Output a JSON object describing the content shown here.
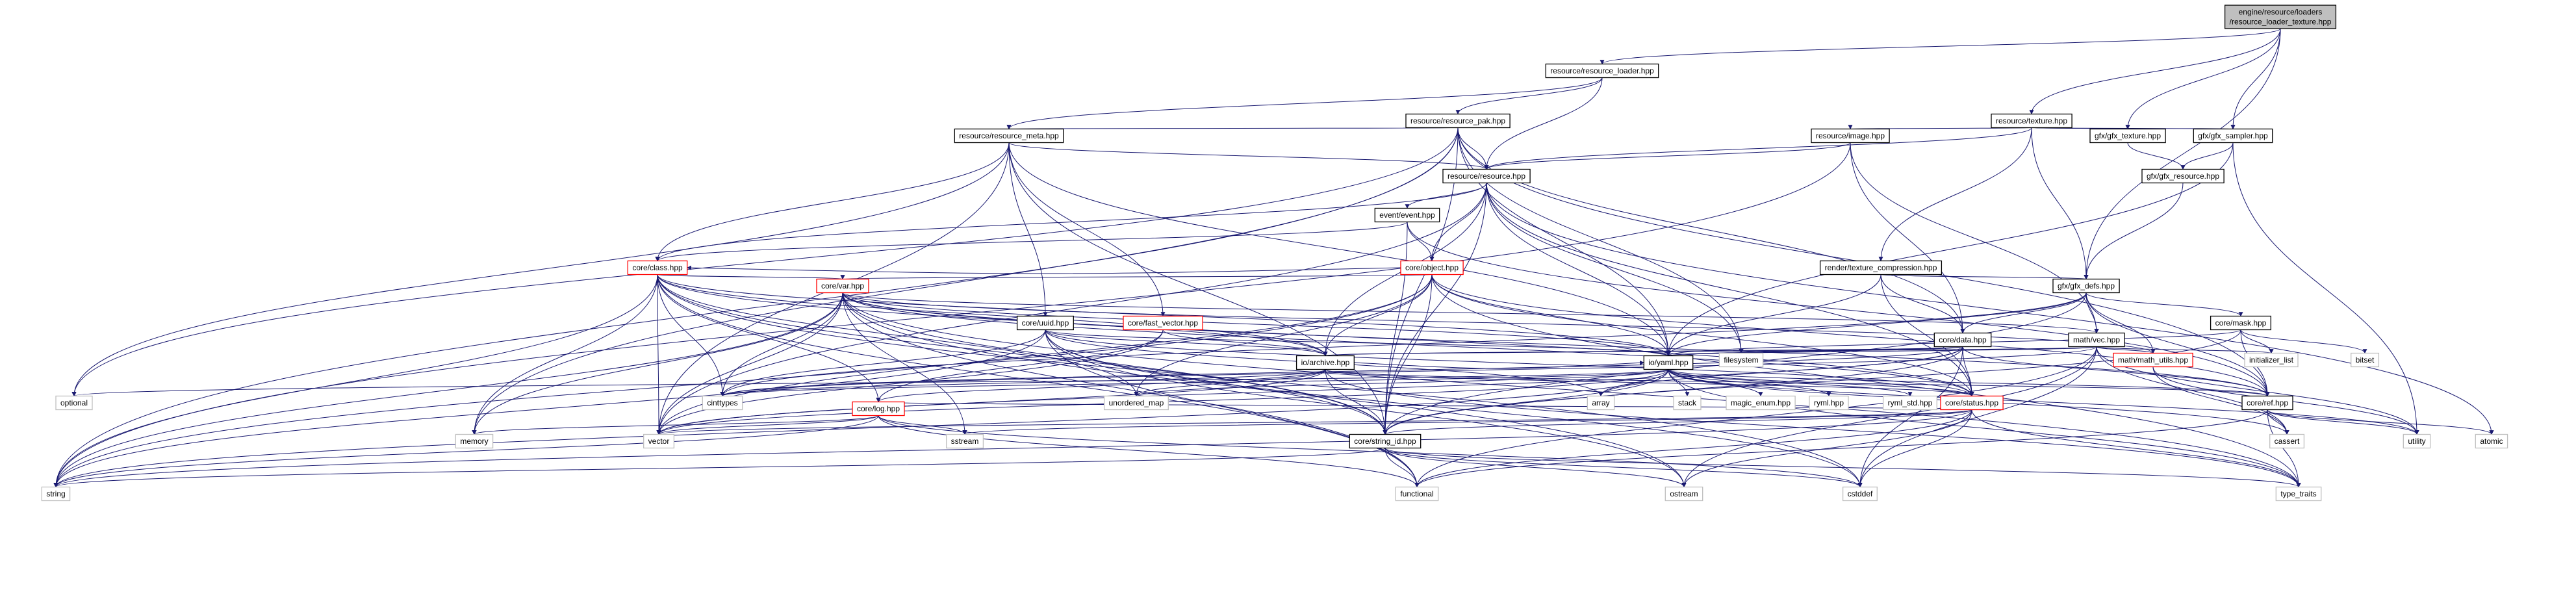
{
  "diagram": {
    "nodes": [
      {
        "id": "root",
        "label": "engine/resource/loaders\n/resource_loader_texture.hpp",
        "style": "root"
      },
      {
        "id": "loader",
        "label": "resource/resource_loader.hpp",
        "style": "normal"
      },
      {
        "id": "texture",
        "label": "resource/texture.hpp",
        "style": "normal"
      },
      {
        "id": "pak",
        "label": "resource/resource_pak.hpp",
        "style": "normal"
      },
      {
        "id": "meta",
        "label": "resource/resource_meta.hpp",
        "style": "normal"
      },
      {
        "id": "image",
        "label": "resource/image.hpp",
        "style": "normal"
      },
      {
        "id": "gfxtex",
        "label": "gfx/gfx_texture.hpp",
        "style": "normal"
      },
      {
        "id": "sampler",
        "label": "gfx/gfx_sampler.hpp",
        "style": "normal"
      },
      {
        "id": "resource",
        "label": "resource/resource.hpp",
        "style": "normal"
      },
      {
        "id": "gfxres",
        "label": "gfx/gfx_resource.hpp",
        "style": "normal"
      },
      {
        "id": "event",
        "label": "event/event.hpp",
        "style": "normal"
      },
      {
        "id": "texcomp",
        "label": "render/texture_compression.hpp",
        "style": "normal"
      },
      {
        "id": "class",
        "label": "core/class.hpp",
        "style": "red"
      },
      {
        "id": "object",
        "label": "core/object.hpp",
        "style": "red"
      },
      {
        "id": "gfxdefs",
        "label": "gfx/gfx_defs.hpp",
        "style": "normal"
      },
      {
        "id": "var",
        "label": "core/var.hpp",
        "style": "red"
      },
      {
        "id": "mask",
        "label": "core/mask.hpp",
        "style": "normal"
      },
      {
        "id": "uuid",
        "label": "core/uuid.hpp",
        "style": "normal"
      },
      {
        "id": "fastvec",
        "label": "core/fast_vector.hpp",
        "style": "red"
      },
      {
        "id": "data",
        "label": "core/data.hpp",
        "style": "normal"
      },
      {
        "id": "vec",
        "label": "math/vec.hpp",
        "style": "normal"
      },
      {
        "id": "bitset",
        "label": "bitset",
        "style": "gray"
      },
      {
        "id": "archive",
        "label": "io/archive.hpp",
        "style": "normal"
      },
      {
        "id": "yaml",
        "label": "io/yaml.hpp",
        "style": "normal"
      },
      {
        "id": "filesystem",
        "label": "filesystem",
        "style": "gray"
      },
      {
        "id": "mathutils",
        "label": "math/math_utils.hpp",
        "style": "red"
      },
      {
        "id": "initlist",
        "label": "initializer_list",
        "style": "gray"
      },
      {
        "id": "optional",
        "label": "optional",
        "style": "gray"
      },
      {
        "id": "cinttypes",
        "label": "cinttypes",
        "style": "gray"
      },
      {
        "id": "unordered_map",
        "label": "unordered_map",
        "style": "gray"
      },
      {
        "id": "array",
        "label": "array",
        "style": "gray"
      },
      {
        "id": "stack",
        "label": "stack",
        "style": "gray"
      },
      {
        "id": "magic",
        "label": "magic_enum.hpp",
        "style": "gray"
      },
      {
        "id": "ryml",
        "label": "ryml.hpp",
        "style": "gray"
      },
      {
        "id": "rymlstd",
        "label": "ryml_std.hpp",
        "style": "gray"
      },
      {
        "id": "status",
        "label": "core/status.hpp",
        "style": "red"
      },
      {
        "id": "ref",
        "label": "core/ref.hpp",
        "style": "normal"
      },
      {
        "id": "log",
        "label": "core/log.hpp",
        "style": "red"
      },
      {
        "id": "memory",
        "label": "memory",
        "style": "gray"
      },
      {
        "id": "vector",
        "label": "vector",
        "style": "gray"
      },
      {
        "id": "sstream",
        "label": "sstream",
        "style": "gray"
      },
      {
        "id": "stringid",
        "label": "core/string_id.hpp",
        "style": "normal"
      },
      {
        "id": "cassert",
        "label": "cassert",
        "style": "gray"
      },
      {
        "id": "utility",
        "label": "utility",
        "style": "gray"
      },
      {
        "id": "atomic",
        "label": "atomic",
        "style": "gray"
      },
      {
        "id": "string",
        "label": "string",
        "style": "gray"
      },
      {
        "id": "functional",
        "label": "functional",
        "style": "gray"
      },
      {
        "id": "ostream",
        "label": "ostream",
        "style": "gray"
      },
      {
        "id": "cstddef",
        "label": "cstddef",
        "style": "gray"
      },
      {
        "id": "type_traits",
        "label": "type_traits",
        "style": "gray"
      }
    ],
    "edges": [
      [
        "root",
        "loader"
      ],
      [
        "root",
        "texture"
      ],
      [
        "root",
        "gfxtex"
      ],
      [
        "root",
        "sampler"
      ],
      [
        "root",
        "gfxdefs"
      ],
      [
        "loader",
        "pak"
      ],
      [
        "loader",
        "meta"
      ],
      [
        "loader",
        "resource"
      ],
      [
        "texture",
        "resource"
      ],
      [
        "texture",
        "image"
      ],
      [
        "texture",
        "gfxtex"
      ],
      [
        "texture",
        "sampler"
      ],
      [
        "texture",
        "texcomp"
      ],
      [
        "texture",
        "gfxdefs"
      ],
      [
        "pak",
        "meta"
      ],
      [
        "pak",
        "resource"
      ],
      [
        "pak",
        "optional"
      ],
      [
        "pak",
        "string"
      ],
      [
        "pak",
        "memory"
      ],
      [
        "pak",
        "filesystem"
      ],
      [
        "pak",
        "data"
      ],
      [
        "pak",
        "yaml"
      ],
      [
        "pak",
        "stringid"
      ],
      [
        "pak",
        "ref"
      ],
      [
        "meta",
        "resource"
      ],
      [
        "meta",
        "class"
      ],
      [
        "meta",
        "uuid"
      ],
      [
        "meta",
        "fastvec"
      ],
      [
        "meta",
        "yaml"
      ],
      [
        "meta",
        "stringid"
      ],
      [
        "meta",
        "optional"
      ],
      [
        "meta",
        "vector"
      ],
      [
        "image",
        "resource"
      ],
      [
        "image",
        "data"
      ],
      [
        "image",
        "vec"
      ],
      [
        "image",
        "string"
      ],
      [
        "gfxtex",
        "gfxres"
      ],
      [
        "sampler",
        "gfxres"
      ],
      [
        "sampler",
        "yaml"
      ],
      [
        "sampler",
        "utility"
      ],
      [
        "gfxres",
        "gfxdefs"
      ],
      [
        "resource",
        "event"
      ],
      [
        "resource",
        "object"
      ],
      [
        "resource",
        "class"
      ],
      [
        "resource",
        "archive"
      ],
      [
        "resource",
        "yaml"
      ],
      [
        "resource",
        "stringid"
      ],
      [
        "resource",
        "filesystem"
      ],
      [
        "resource",
        "status"
      ],
      [
        "resource",
        "atomic"
      ],
      [
        "resource",
        "vector"
      ],
      [
        "event",
        "class"
      ],
      [
        "event",
        "object"
      ],
      [
        "event",
        "stringid"
      ],
      [
        "event",
        "ref"
      ],
      [
        "texcomp",
        "gfxdefs"
      ],
      [
        "texcomp",
        "data"
      ],
      [
        "texcomp",
        "yaml"
      ],
      [
        "texcomp",
        "status"
      ],
      [
        "class",
        "var"
      ],
      [
        "class",
        "archive"
      ],
      [
        "class",
        "yaml"
      ],
      [
        "class",
        "status"
      ],
      [
        "class",
        "stringid"
      ],
      [
        "class",
        "log"
      ],
      [
        "class",
        "string"
      ],
      [
        "class",
        "vector"
      ],
      [
        "class",
        "memory"
      ],
      [
        "class",
        "functional"
      ],
      [
        "class",
        "unordered_map"
      ],
      [
        "class",
        "cinttypes"
      ],
      [
        "class",
        "cstddef"
      ],
      [
        "object",
        "var"
      ],
      [
        "object",
        "class"
      ],
      [
        "object",
        "archive"
      ],
      [
        "object",
        "yaml"
      ],
      [
        "object",
        "ref"
      ],
      [
        "object",
        "stringid"
      ],
      [
        "object",
        "status"
      ],
      [
        "object",
        "string"
      ],
      [
        "object",
        "vector"
      ],
      [
        "object",
        "unordered_map"
      ],
      [
        "object",
        "type_traits"
      ],
      [
        "gfxdefs",
        "data"
      ],
      [
        "gfxdefs",
        "vec"
      ],
      [
        "gfxdefs",
        "mask"
      ],
      [
        "gfxdefs",
        "ref"
      ],
      [
        "gfxdefs",
        "stringid"
      ],
      [
        "gfxdefs",
        "yaml"
      ],
      [
        "gfxdefs",
        "cinttypes"
      ],
      [
        "gfxdefs",
        "mathutils"
      ],
      [
        "var",
        "yaml"
      ],
      [
        "var",
        "archive"
      ],
      [
        "var",
        "ref"
      ],
      [
        "var",
        "stringid"
      ],
      [
        "var",
        "status"
      ],
      [
        "var",
        "mathutils"
      ],
      [
        "var",
        "vec"
      ],
      [
        "var",
        "string"
      ],
      [
        "var",
        "vector"
      ],
      [
        "var",
        "memory"
      ],
      [
        "var",
        "cinttypes"
      ],
      [
        "var",
        "sstream"
      ],
      [
        "var",
        "functional"
      ],
      [
        "var",
        "ostream"
      ],
      [
        "var",
        "type_traits"
      ],
      [
        "mask",
        "bitset"
      ],
      [
        "mask",
        "initlist"
      ],
      [
        "mask",
        "yaml"
      ],
      [
        "mask",
        "ref"
      ],
      [
        "mask",
        "stringid"
      ],
      [
        "uuid",
        "archive"
      ],
      [
        "uuid",
        "yaml"
      ],
      [
        "uuid",
        "stringid"
      ],
      [
        "uuid",
        "status"
      ],
      [
        "uuid",
        "array"
      ],
      [
        "uuid",
        "cinttypes"
      ],
      [
        "uuid",
        "string"
      ],
      [
        "uuid",
        "functional"
      ],
      [
        "uuid",
        "ostream"
      ],
      [
        "uuid",
        "cstddef"
      ],
      [
        "fastvec",
        "archive"
      ],
      [
        "fastvec",
        "log"
      ],
      [
        "fastvec",
        "vector"
      ],
      [
        "data",
        "yaml"
      ],
      [
        "data",
        "archive"
      ],
      [
        "data",
        "ref"
      ],
      [
        "data",
        "status"
      ],
      [
        "data",
        "stringid"
      ],
      [
        "data",
        "filesystem"
      ],
      [
        "data",
        "cinttypes"
      ],
      [
        "data",
        "vector"
      ],
      [
        "data",
        "array"
      ],
      [
        "data",
        "cstddef"
      ],
      [
        "vec",
        "mathutils"
      ],
      [
        "vec",
        "yaml"
      ],
      [
        "vec",
        "archive"
      ],
      [
        "vec",
        "cinttypes"
      ],
      [
        "vec",
        "initlist"
      ],
      [
        "vec",
        "utility"
      ],
      [
        "vec",
        "cassert"
      ],
      [
        "vec",
        "functional"
      ],
      [
        "vec",
        "ostream"
      ],
      [
        "vec",
        "cstddef"
      ],
      [
        "archive",
        "yaml"
      ],
      [
        "archive",
        "status"
      ],
      [
        "archive",
        "ref"
      ],
      [
        "archive",
        "stringid"
      ],
      [
        "archive",
        "log"
      ],
      [
        "archive",
        "unordered_map"
      ],
      [
        "archive",
        "vector"
      ],
      [
        "archive",
        "cinttypes"
      ],
      [
        "archive",
        "type_traits"
      ],
      [
        "yaml",
        "optional"
      ],
      [
        "yaml",
        "cinttypes"
      ],
      [
        "yaml",
        "unordered_map"
      ],
      [
        "yaml",
        "array"
      ],
      [
        "yaml",
        "stack"
      ],
      [
        "yaml",
        "magic"
      ],
      [
        "yaml",
        "ryml"
      ],
      [
        "yaml",
        "rymlstd"
      ],
      [
        "yaml",
        "status"
      ],
      [
        "yaml",
        "ref"
      ],
      [
        "yaml",
        "vector"
      ],
      [
        "yaml",
        "string"
      ],
      [
        "yaml",
        "stringid"
      ],
      [
        "yaml",
        "cassert"
      ],
      [
        "yaml",
        "utility"
      ],
      [
        "yaml",
        "type_traits"
      ],
      [
        "mathutils",
        "cassert"
      ],
      [
        "mathutils",
        "utility"
      ],
      [
        "status",
        "log"
      ],
      [
        "status",
        "stringid"
      ],
      [
        "status",
        "string"
      ],
      [
        "status",
        "sstream"
      ],
      [
        "status",
        "functional"
      ],
      [
        "status",
        "ostream"
      ],
      [
        "status",
        "cstddef"
      ],
      [
        "status",
        "type_traits"
      ],
      [
        "status",
        "vector"
      ],
      [
        "ref",
        "cassert"
      ],
      [
        "ref",
        "utility"
      ],
      [
        "ref",
        "atomic"
      ],
      [
        "ref",
        "type_traits"
      ],
      [
        "ref",
        "functional"
      ],
      [
        "log",
        "memory"
      ],
      [
        "log",
        "vector"
      ],
      [
        "log",
        "sstream"
      ],
      [
        "log",
        "string"
      ],
      [
        "log",
        "functional"
      ],
      [
        "log",
        "cstddef"
      ],
      [
        "stringid",
        "string"
      ],
      [
        "stringid",
        "functional"
      ],
      [
        "stringid",
        "ostream"
      ],
      [
        "stringid",
        "cstddef"
      ],
      [
        "stringid",
        "type_traits"
      ]
    ]
  }
}
